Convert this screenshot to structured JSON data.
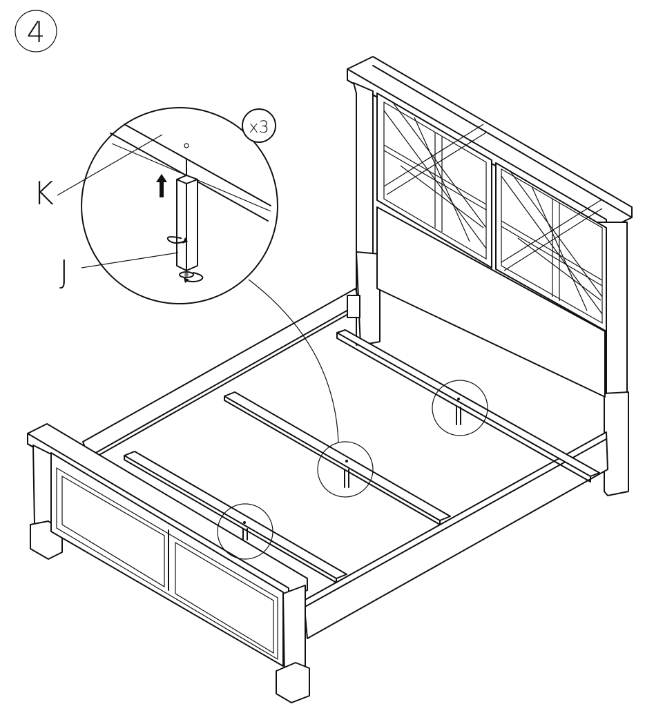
{
  "step": {
    "number": "4"
  },
  "callout": {
    "quantity": "x3",
    "parts": [
      {
        "id": "K",
        "label": "K"
      },
      {
        "id": "J",
        "label": "J"
      }
    ]
  }
}
